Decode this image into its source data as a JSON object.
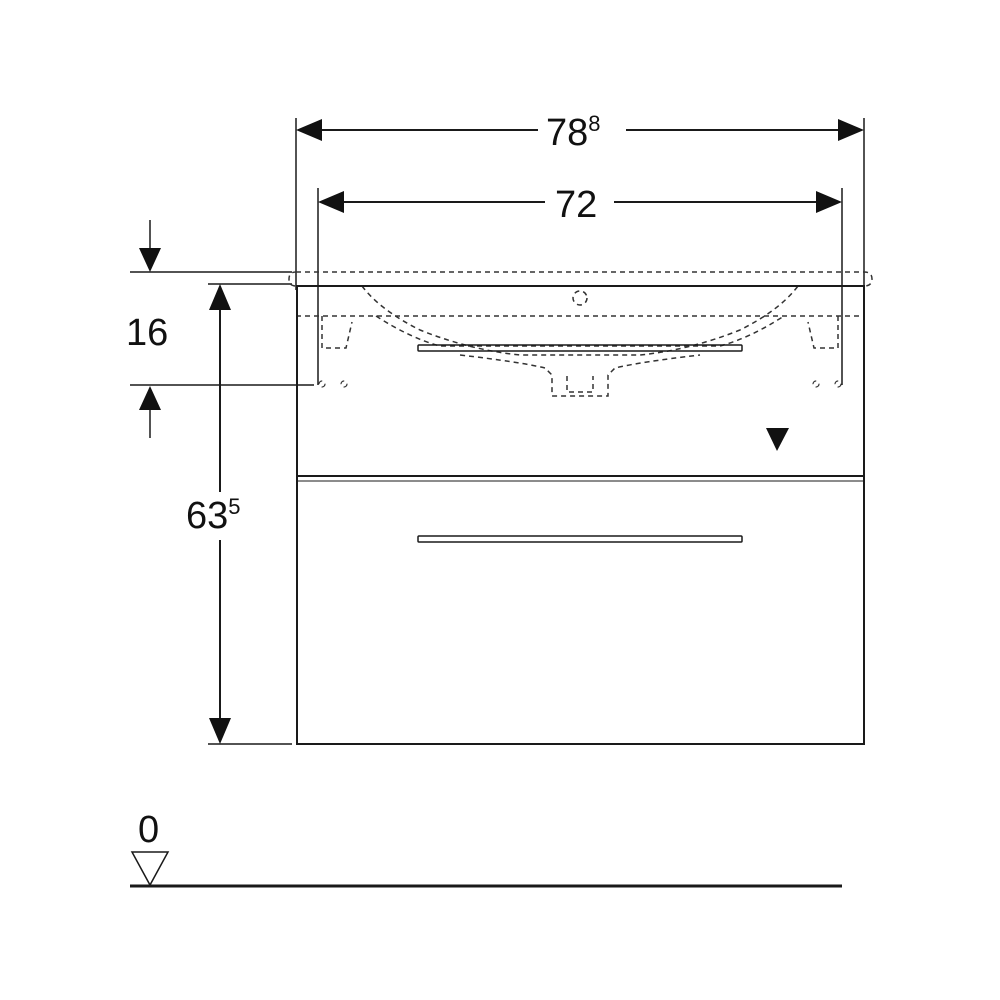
{
  "dimensions": {
    "overall_width": {
      "main": "78",
      "sup": "8"
    },
    "basin_width": {
      "main": "72"
    },
    "basin_height": {
      "main": "16"
    },
    "cabinet_height": {
      "main": "63",
      "sup": "5"
    },
    "floor_level": {
      "main": "0"
    }
  },
  "colors": {
    "line": "#1a1a1a",
    "background": "#ffffff"
  }
}
